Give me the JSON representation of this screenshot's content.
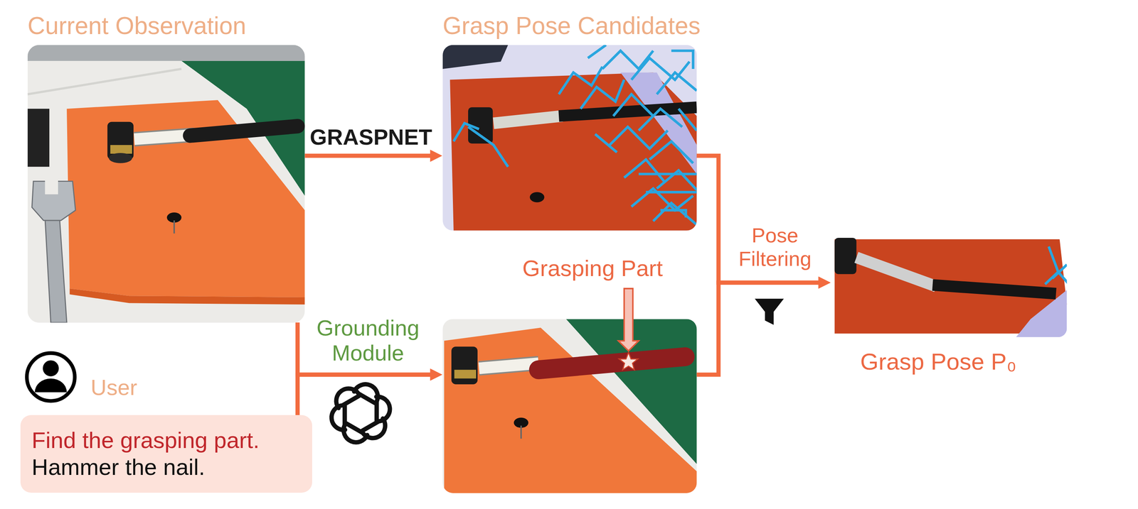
{
  "diagram": {
    "nodes": [
      {
        "text": [
          "Current Observation"
        ]
      },
      {
        "text": [
          "Grasp Pose Candidates"
        ]
      },
      {
        "text": [
          "Grasping Part"
        ]
      },
      {
        "text": [
          "Grasp Pose P₀"
        ]
      },
      {
        "text": [
          "Find the grasping part.",
          "Hammer the nail."
        ]
      }
    ],
    "edges": [
      {
        "from": 0,
        "to": 1,
        "arrow": "to",
        "label": "GRASPNET"
      },
      {
        "from": 0,
        "to": 2,
        "arrow": "to",
        "label": "Grounding Module"
      },
      {
        "from": 4,
        "to": 2,
        "arrow": "to"
      },
      {
        "from": 1,
        "to": 3,
        "arrow": "to",
        "label": "Pose Filtering"
      },
      {
        "from": 2,
        "to": 3,
        "arrow": "to"
      }
    ],
    "labels": [
      "User"
    ]
  }
}
